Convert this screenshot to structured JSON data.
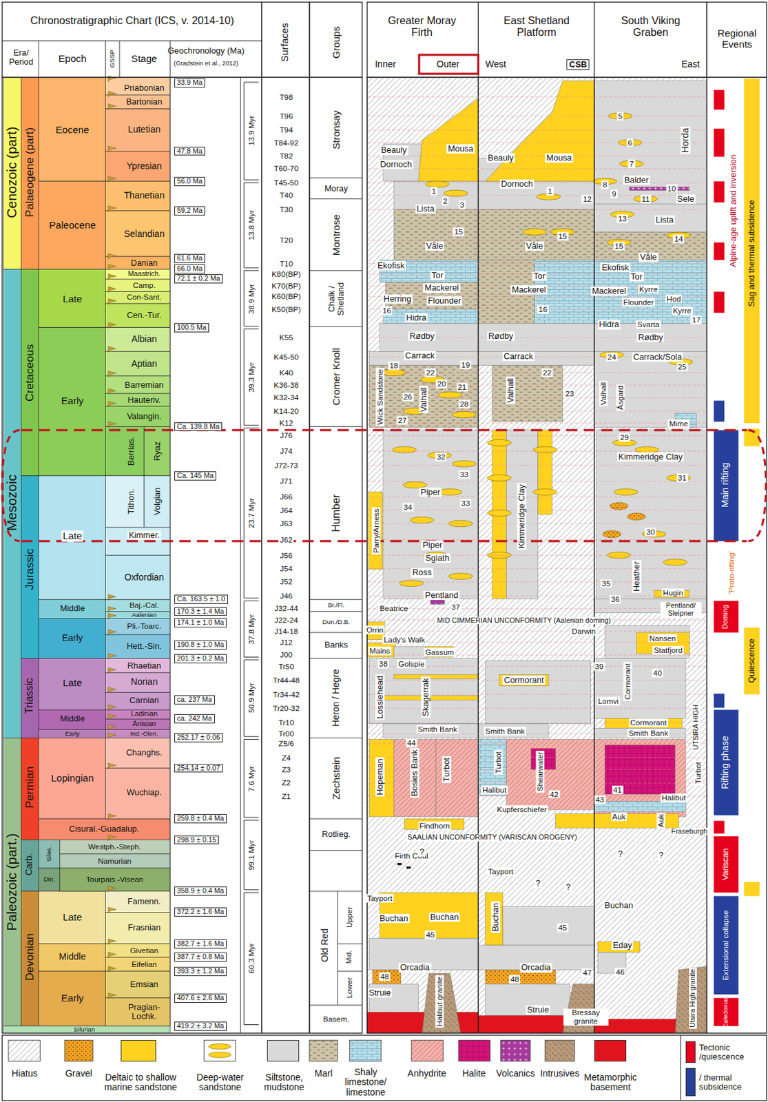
{
  "diagram": {
    "labels": [
      "Chronostratigraphic Chart (ICS, v. 2014-10)",
      "Era/ Period",
      "Epoch",
      "GSSP",
      "Stage",
      "Geochronology (Ma)",
      "(Gradstein et al., 2012)",
      "Surfaces",
      "Groups",
      "Greater Moray Firth",
      "Inner",
      "Outer",
      "East Shetland Platform",
      "West",
      "CSB",
      "South Viking Graben",
      "East",
      "Regional Events",
      "Cenozoic (part)",
      "Palaeogene (part)",
      "Mesozoic",
      "Cretaceous",
      "Jurassic",
      "Triassic",
      "Paleozoic (part.)",
      "Permian",
      "Carb.",
      "Devonian",
      "Siles.",
      "Din.",
      "Eocene",
      "Paleocene",
      "Late",
      "Early",
      "Late",
      "Middle",
      "Early",
      "Late",
      "Middle",
      "Early",
      "Lopingian",
      "Cisural.-Guadalup.",
      "Late",
      "Middle",
      "Early",
      "Priabonian",
      "Bartonian",
      "Lutetian",
      "Ypresian",
      "Thanetian",
      "Selandian",
      "Danian",
      "Maastrich.",
      "Camp.",
      "Con-Sant.",
      "Cen.-Tur.",
      "Albian",
      "Aptian",
      "Barremian",
      "Hauteriv.",
      "Valangin.",
      "Berrias.",
      "Ryaz",
      "Tithon.",
      "Volgian",
      "Kimmer.",
      "Oxfordian",
      "Baj.-Cal.",
      "Aalenian",
      "Pli.-Toarc.",
      "Hett.-Sin.",
      "Rhaetian",
      "Norian",
      "Carnian",
      "Ladinian",
      "Anisian",
      "Ind.-Olen.",
      "Changhs.",
      "Wuchiap.",
      "Westph.-Steph.",
      "Namurian",
      "Tourpais.-Visean",
      "Famenn.",
      "Frasnian",
      "Givetian",
      "Eifelian",
      "Emsian",
      "Pragian- Lochk.",
      "Silurian",
      "33.9 Ma",
      "47.8 Ma",
      "56.0 Ma",
      "59.2 Ma",
      "61.6 Ma",
      "66.0 Ma",
      "72.1 ± 0.2 Ma",
      "100.5 Ma",
      "Ca. 139.8 Ma",
      "Ca. 145 Ma",
      "Ca. 163.5 ± 1.0",
      "170.3 ± 1.4 Ma",
      "174.1 ± 1.0 Ma",
      "190.8 ± 1.0 Ma",
      "201.3 ± 0.2 Ma",
      "ca. 237 Ma",
      "ca. 242 Ma",
      "252.17 ± 0.06",
      "254.14 ± 0.07",
      "259.8 ± 0.4 Ma",
      "298.9 ± 0.15",
      "358.9 ± 0.4 Ma",
      "372.2 ± 1.6 Ma",
      "382.7 ± 1.6 Ma",
      "387.7 ± 0.8 Ma",
      "393.3 ± 1.2 Ma",
      "407.6 ± 2.6 Ma",
      "419.2 ± 3.2 Ma",
      "13.9 Myr",
      "13.8 Myr",
      "38.9 Myr",
      "39.3 Myr",
      "23.7 Myr",
      "37.8 Myr",
      "50.9 Myr",
      "7.6 Myr",
      "99.1 Myr",
      "60.3 Myr",
      "T98",
      "T96",
      "T94",
      "T84-92",
      "T82",
      "T60-70",
      "T45-50",
      "T40",
      "T30",
      "T20",
      "T10",
      "K80(BP)",
      "K70(BP)",
      "K60(BP)",
      "K50(BP)",
      "K55",
      "K45-50",
      "K40",
      "K36-38",
      "K32-34",
      "K14-20",
      "K12",
      "J76",
      "J74",
      "J72-73",
      "J71",
      "J66",
      "J64",
      "J63",
      "J62",
      "J56",
      "J54",
      "J52",
      "J46",
      "J32-44",
      "J22-24",
      "J14-18",
      "J12",
      "J00",
      "Tr50",
      "Tr44-48",
      "Tr34-42",
      "Tr20-32",
      "Tr10",
      "Tr00",
      "Z5/6",
      "Z4",
      "Z3",
      "Z2",
      "Z1",
      "Stronsay",
      "Moray",
      "Montrose",
      "Chalk / Shetland",
      "Cromer Knoll",
      "Humber",
      "Br./Fl.",
      "Dun./D.B.",
      "Banks",
      "Heron / Hegre",
      "Zechstein",
      "Rotlieg.",
      "Old Red",
      "Upper",
      "Mid.",
      "Lower",
      "Basem.",
      "Beauly",
      "Dornoch",
      "Mousa",
      "1",
      "2",
      "3",
      "Lista",
      "15",
      "Våle",
      "Ekofisk",
      "Tor",
      "Mackerel",
      "Flounder",
      "Herring",
      "16",
      "Hidra",
      "Rødby",
      "Carrack",
      "18",
      "19",
      "22",
      "20",
      "21",
      "Wick Sandstone",
      "Valhall",
      "26",
      "28",
      "27",
      "32",
      "33",
      "Piper",
      "33",
      "34",
      "Parry/Arness",
      "Piper",
      "Sgiath",
      "Ross",
      "Pentland",
      "37",
      "Beatrice",
      "Orrin",
      "Lady's Walk",
      "Mains",
      "Gassum",
      "38",
      "Golspie",
      "Lossiehead",
      "Skagerrak",
      "Smith Bank",
      "44",
      "Hopeman",
      "Bosies Bank",
      "Turbot",
      "Findhorn",
      "Firth Coal",
      "Tayport",
      "Buchan",
      "Buchan",
      "45",
      "Orcadia",
      "48",
      "Struie",
      "Halibut granite",
      "Beauly",
      "Mousa",
      "Dornoch",
      "1",
      "12",
      "15",
      "Våle",
      "Tor",
      "Mackerel",
      "16",
      "Rødby",
      "Carrack",
      "22",
      "Valhall",
      "23",
      "Kimmeridge Clay",
      "MID CIMMERIAN UNCONFORMITY (Aalenian doming)",
      "Darwin",
      "Cormorant",
      "Smith Bank",
      "Turbot",
      "Shearwater",
      "Halibut",
      "42",
      "Kupferschiefer",
      "SAALIAN UNCONFORMITY (VARISCAN OROGENY)",
      "Tayport",
      "Buchan",
      "45",
      "Orcadia",
      "47",
      "48",
      "Struie",
      "Bressay granite",
      "5",
      "6",
      "Horda",
      "7",
      "8",
      "Balder",
      "10",
      "9",
      "11",
      "Sele",
      "13",
      "Lista",
      "14",
      "15",
      "Våle",
      "Ekofisk",
      "Tor",
      "Mackerel",
      "Kyrre",
      "Hod",
      "Flounder",
      "Kyrre",
      "17",
      "Hidra",
      "Svarta",
      "Rødby",
      "24",
      "Carrack/Sola",
      "25",
      "Valhall",
      "Åsgard",
      "Mime",
      "29",
      "Kimmeridge Clay",
      "31",
      "30",
      "Heather",
      "35",
      "Hugin",
      "36",
      "Pentland/ Sleipner",
      "Nansen",
      "Statfjord",
      "39",
      "Cormorant",
      "40",
      "Lomvi",
      "Cormorant",
      "Smith Bank",
      "UTSIRA HIGH",
      "41",
      "43",
      "Turbot",
      "Halibut",
      "Auk",
      "Auk",
      "Fraseburgh",
      "Buchan",
      "Eday",
      "46",
      "Utsira High granite",
      "?",
      "?",
      "?",
      "?",
      "?",
      "Alpine-age uplift and inversion",
      "Sag and thermal subsidence",
      "Main rifting",
      "'Proto-rifting'",
      "Doming",
      "Quiescence",
      "Rifting phase",
      "Variscan",
      "Extensional collapse",
      "Caledonian"
    ],
    "legend": [
      {
        "text": "Hiatus"
      },
      {
        "text": "Gravel"
      },
      {
        "text": "Deltaic to shallow marine sandstone",
        "color": "#ffd21f"
      },
      {
        "text": "Deep-water sandstone"
      },
      {
        "text": "Siltstone, mudstone",
        "color": "#d9d9d9"
      },
      {
        "text": "Marl"
      },
      {
        "text": "Shaly limestone/ limestone"
      },
      {
        "text": "Anhydrite"
      },
      {
        "text": "Halite"
      },
      {
        "text": "Volcanics"
      },
      {
        "text": "Intrusives"
      },
      {
        "text": "Metamorphic basement",
        "color": "#e0141c"
      },
      {
        "text": "Tectonic /quiescence",
        "color": "#e5001b"
      },
      {
        "text": "/ thermal subsidence",
        "color": "#27409b"
      }
    ]
  }
}
